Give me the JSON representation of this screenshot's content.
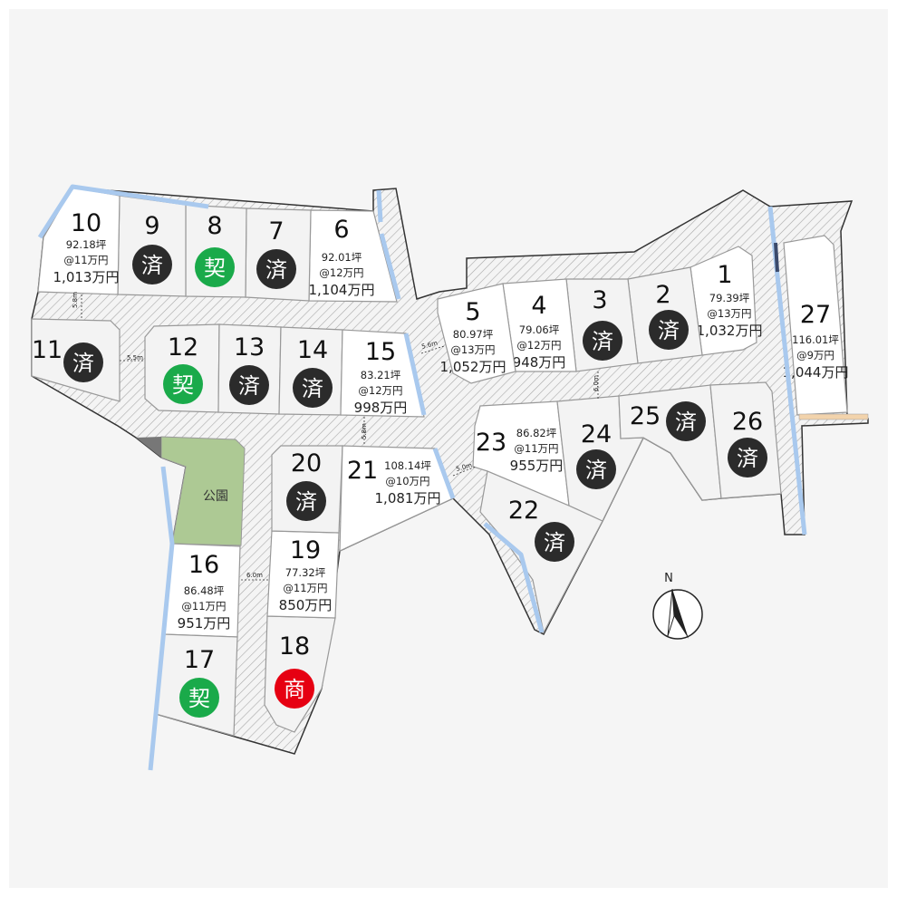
{
  "colors": {
    "road_hatch": "#a9a9a9",
    "lot_available": "#ffffff",
    "lot_sold": "#f3f3f3",
    "stream": "#a9c9ee",
    "park": "#adc994",
    "sold_badge": "#2b2b2b",
    "contract_badge": "#1aaa4a",
    "negotiation_badge": "#e60012",
    "boundary": "#333333"
  },
  "status_labels": {
    "sold": "済",
    "contract": "契",
    "negotiation": "商"
  },
  "park_label": "公園",
  "compass_label": "N",
  "road_widths": [
    "5.8m",
    "5.5m",
    "5.6m",
    "6.0m",
    "5.8m",
    "5.0m",
    "6.0m"
  ],
  "lots": [
    {
      "no": "1",
      "status": "available",
      "area": "79.39坪",
      "unit_price": "@13万円",
      "price": "1,032万円"
    },
    {
      "no": "2",
      "status": "sold"
    },
    {
      "no": "3",
      "status": "sold"
    },
    {
      "no": "4",
      "status": "available",
      "area": "79.06坪",
      "unit_price": "@12万円",
      "price": "948万円"
    },
    {
      "no": "5",
      "status": "available",
      "area": "80.97坪",
      "unit_price": "@13万円",
      "price": "1,052万円"
    },
    {
      "no": "6",
      "status": "available",
      "area": "92.01坪",
      "unit_price": "@12万円",
      "price": "1,104万円"
    },
    {
      "no": "7",
      "status": "sold"
    },
    {
      "no": "8",
      "status": "contract"
    },
    {
      "no": "9",
      "status": "sold"
    },
    {
      "no": "10",
      "status": "available",
      "area": "92.18坪",
      "unit_price": "@11万円",
      "price": "1,013万円"
    },
    {
      "no": "11",
      "status": "sold"
    },
    {
      "no": "12",
      "status": "contract"
    },
    {
      "no": "13",
      "status": "sold"
    },
    {
      "no": "14",
      "status": "sold"
    },
    {
      "no": "15",
      "status": "available",
      "area": "83.21坪",
      "unit_price": "@12万円",
      "price": "998万円"
    },
    {
      "no": "16",
      "status": "available",
      "area": "86.48坪",
      "unit_price": "@11万円",
      "price": "951万円"
    },
    {
      "no": "17",
      "status": "contract"
    },
    {
      "no": "18",
      "status": "negotiation"
    },
    {
      "no": "19",
      "status": "available",
      "area": "77.32坪",
      "unit_price": "@11万円",
      "price": "850万円"
    },
    {
      "no": "20",
      "status": "sold"
    },
    {
      "no": "21",
      "status": "available",
      "area": "108.14坪",
      "unit_price": "@10万円",
      "price": "1,081万円"
    },
    {
      "no": "22",
      "status": "sold"
    },
    {
      "no": "23",
      "status": "available",
      "area": "86.82坪",
      "unit_price": "@11万円",
      "price": "955万円"
    },
    {
      "no": "24",
      "status": "sold"
    },
    {
      "no": "25",
      "status": "sold"
    },
    {
      "no": "26",
      "status": "sold"
    },
    {
      "no": "27",
      "status": "available",
      "area": "116.01坪",
      "unit_price": "@9万円",
      "price": "1,044万円"
    }
  ]
}
